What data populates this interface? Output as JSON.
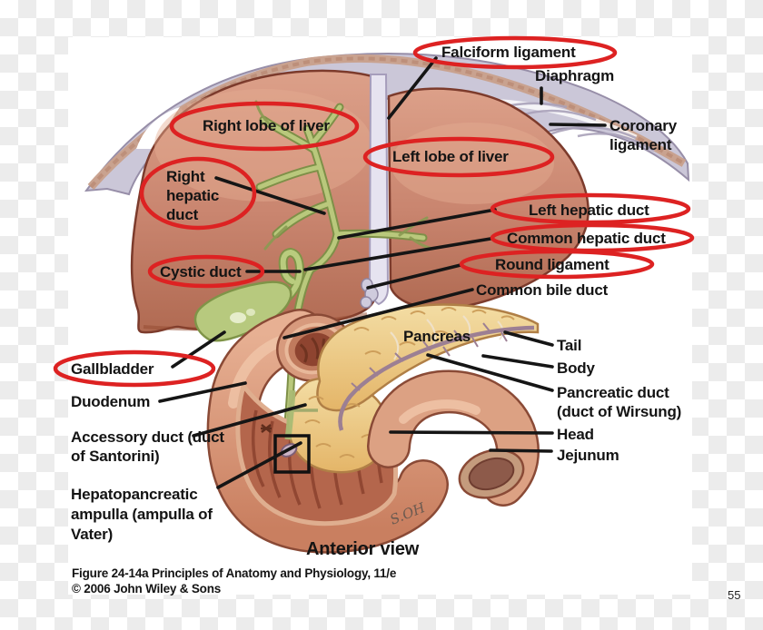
{
  "figure": {
    "view_title": "Anterior view",
    "caption_line1": "Figure 24-14a  Principles of Anatomy and Physiology, 11/e",
    "caption_line2": "© 2006 John Wiley & Sons",
    "artist_signature": "S.OH",
    "page_number": "55"
  },
  "labels": {
    "falciform_ligament": "Falciform ligament",
    "diaphragm": "Diaphragm",
    "coronary_ligament": "Coronary ligament",
    "right_lobe_of_liver": "Right lobe of liver",
    "left_lobe_of_liver": "Left lobe of liver",
    "right_hepatic_duct": "Right hepatic duct",
    "left_hepatic_duct": "Left hepatic duct",
    "common_hepatic_duct": "Common hepatic duct",
    "cystic_duct": "Cystic duct",
    "round_ligament": "Round ligament",
    "common_bile_duct": "Common bile duct",
    "pancreas": "Pancreas",
    "tail": "Tail",
    "body": "Body",
    "pancreatic_duct": "Pancreatic duct (duct of Wirsung)",
    "head": "Head",
    "jejunum": "Jejunum",
    "gallbladder": "Gallbladder",
    "duodenum": "Duodenum",
    "accessory_duct": "Accessory duct (duct of Santorini)",
    "hepatopancreatic_ampulla": "Hepatopancreatic ampulla (ampulla of Vater)"
  },
  "annotations": {
    "circled_labels": [
      "Falciform ligament",
      "Right lobe of liver",
      "Left lobe of liver",
      "Right hepatic duct",
      "Cystic duct",
      "Left hepatic duct",
      "Common hepatic duct",
      "Round ligament",
      "Gallbladder"
    ],
    "boxed_structure": "Hepatopancreatic ampulla (ampulla of Vater)"
  },
  "colors": {
    "annotation_red": "#dd2222",
    "leader_line": "#151515",
    "liver": "#c9856f",
    "diaphragm": "#cbc7d8",
    "bile_duct_green": "#b9c87c",
    "gallbladder_green": "#b7c97e",
    "pancreas_yellow": "#eccb85",
    "duodenum_salmon": "#d79a7d",
    "checker_gray": "#ececec",
    "page_background": "#ffffff"
  }
}
